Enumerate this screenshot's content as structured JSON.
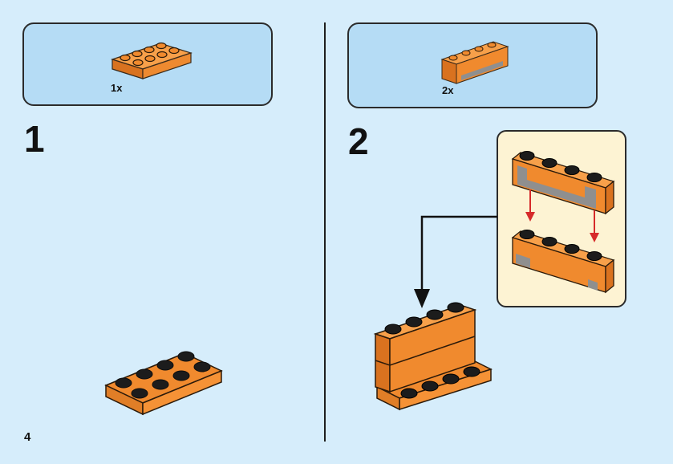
{
  "page": {
    "number": "4"
  },
  "steps": [
    {
      "number": "1",
      "parts": [
        {
          "part": "plate-2x4-orange",
          "quantity": "1x"
        }
      ]
    },
    {
      "number": "2",
      "parts": [
        {
          "part": "brick-1x4-orange-with-cutout",
          "quantity": "2x"
        }
      ]
    }
  ],
  "colors": {
    "background": "#d6edfb",
    "parts_box": "#b5dcf5",
    "callout": "#fdf3d3",
    "brick_orange": "#f08a2e",
    "brick_dark": "#c2611a",
    "stud_dark": "#1c1c1c",
    "arrow_red": "#d62a2a"
  }
}
